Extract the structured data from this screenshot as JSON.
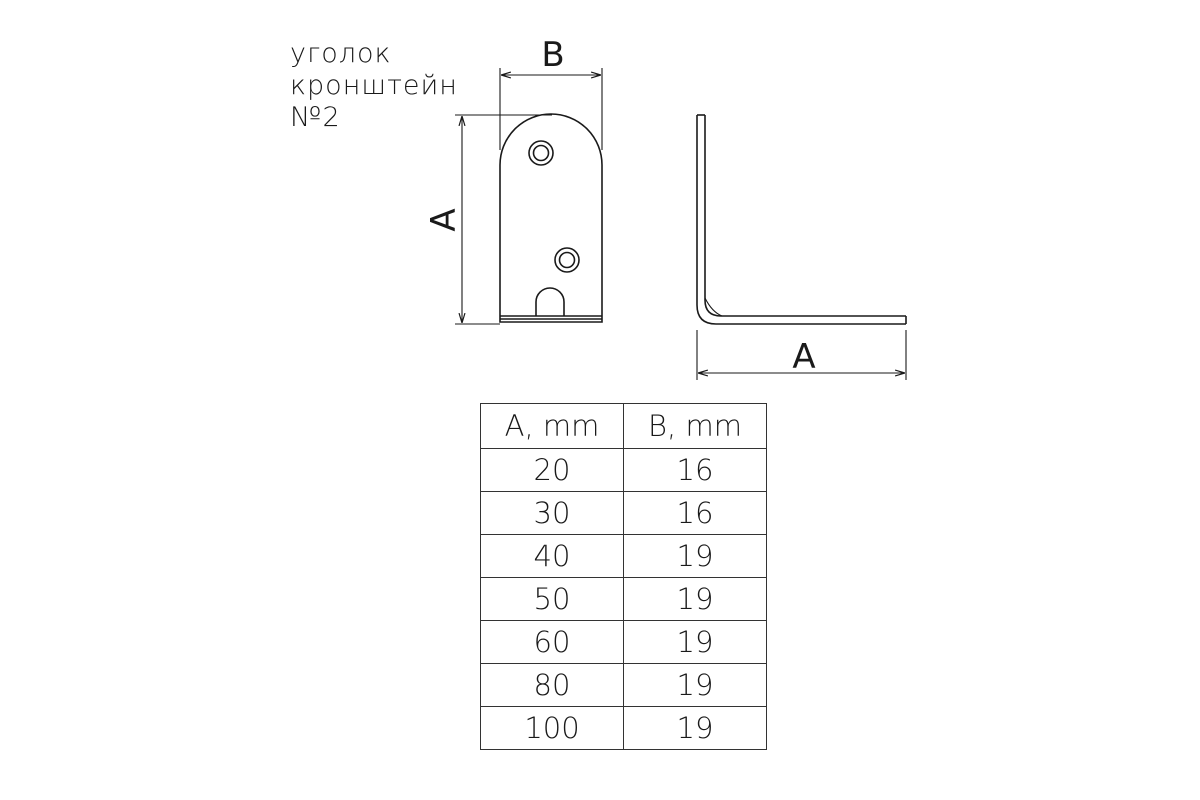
{
  "title": {
    "line1": "уголок",
    "line2": "кронштейн",
    "line3": "№2"
  },
  "dimensions": {
    "front_width": "B",
    "front_height": "A",
    "side_length": "A"
  },
  "table": {
    "headers": [
      "A, mm",
      "B, mm"
    ],
    "rows": [
      [
        "20",
        "16"
      ],
      [
        "30",
        "16"
      ],
      [
        "40",
        "19"
      ],
      [
        "50",
        "19"
      ],
      [
        "60",
        "19"
      ],
      [
        "80",
        "19"
      ],
      [
        "100",
        "19"
      ]
    ]
  }
}
